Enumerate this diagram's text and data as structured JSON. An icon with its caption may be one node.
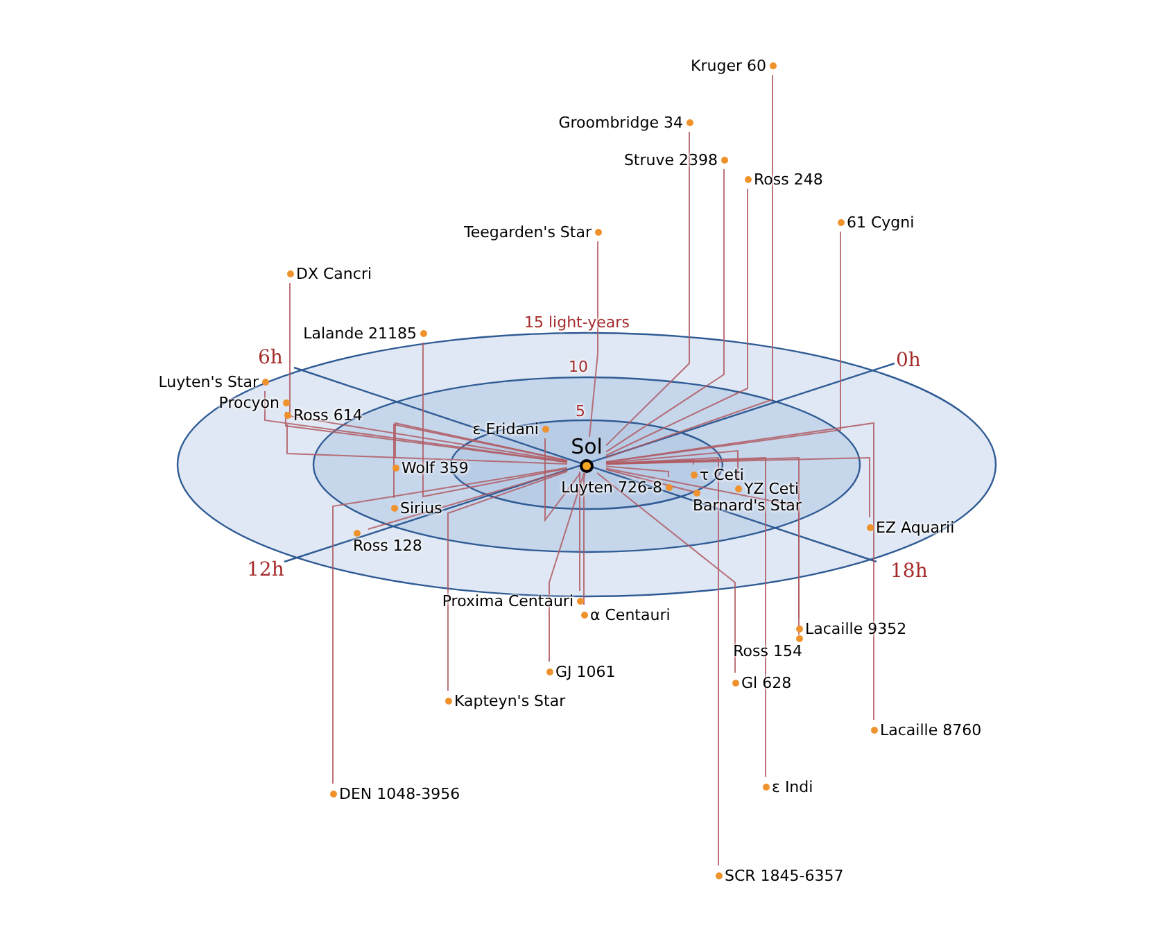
{
  "diagram": {
    "nodes": [
      {
        "text": [
          "Sol"
        ]
      },
      {
        "text": [
          "Kruger 60"
        ]
      },
      {
        "text": [
          "Groombridge 34"
        ]
      },
      {
        "text": [
          "Struve 2398"
        ]
      },
      {
        "text": [
          "Ross 248"
        ]
      },
      {
        "text": [
          "61 Cygni"
        ]
      },
      {
        "text": [
          "Teegarden's Star"
        ]
      },
      {
        "text": [
          "DX Cancri"
        ]
      },
      {
        "text": [
          "Lalande 21185"
        ]
      },
      {
        "text": [
          "Luyten's Star"
        ]
      },
      {
        "text": [
          "Procyon"
        ]
      },
      {
        "text": [
          "Ross 614"
        ]
      },
      {
        "text": [
          "ε Eridani"
        ]
      },
      {
        "text": [
          "Wolf 359"
        ]
      },
      {
        "text": [
          "Sirius"
        ]
      },
      {
        "text": [
          "Ross 128"
        ]
      },
      {
        "text": [
          "Luyten 726-8"
        ]
      },
      {
        "text": [
          "τ Ceti"
        ]
      },
      {
        "text": [
          "YZ Ceti"
        ]
      },
      {
        "text": [
          "Barnard's Star"
        ]
      },
      {
        "text": [
          "EZ Aquarii"
        ]
      },
      {
        "text": [
          "Proxima Centauri"
        ]
      },
      {
        "text": [
          "α Centauri"
        ]
      },
      {
        "text": [
          "GJ 1061"
        ]
      },
      {
        "text": [
          "Gl 628"
        ]
      },
      {
        "text": [
          "Lacaille 9352"
        ]
      },
      {
        "text": [
          "Ross 154"
        ]
      },
      {
        "text": [
          "Kapteyn's Star"
        ]
      },
      {
        "text": [
          "Lacaille 8760"
        ]
      },
      {
        "text": [
          "DEN 1048-3956"
        ]
      },
      {
        "text": [
          "ε Indi"
        ]
      },
      {
        "text": [
          "SCR 1845-6357"
        ]
      }
    ],
    "edges": [
      {
        "from": 1,
        "to": 0,
        "arrow": "none"
      },
      {
        "from": 2,
        "to": 0,
        "arrow": "none"
      },
      {
        "from": 3,
        "to": 0,
        "arrow": "none"
      },
      {
        "from": 4,
        "to": 0,
        "arrow": "none"
      },
      {
        "from": 5,
        "to": 0,
        "arrow": "none"
      },
      {
        "from": 6,
        "to": 0,
        "arrow": "none"
      },
      {
        "from": 7,
        "to": 0,
        "arrow": "none"
      },
      {
        "from": 8,
        "to": 0,
        "arrow": "none"
      },
      {
        "from": 9,
        "to": 0,
        "arrow": "none"
      },
      {
        "from": 10,
        "to": 0,
        "arrow": "none"
      },
      {
        "from": 11,
        "to": 0,
        "arrow": "none"
      },
      {
        "from": 12,
        "to": 0,
        "arrow": "none"
      },
      {
        "from": 13,
        "to": 0,
        "arrow": "none"
      },
      {
        "from": 14,
        "to": 0,
        "arrow": "none"
      },
      {
        "from": 15,
        "to": 0,
        "arrow": "none"
      },
      {
        "from": 16,
        "to": 0,
        "arrow": "none"
      },
      {
        "from": 17,
        "to": 0,
        "arrow": "none"
      },
      {
        "from": 18,
        "to": 0,
        "arrow": "none"
      },
      {
        "from": 19,
        "to": 0,
        "arrow": "none"
      },
      {
        "from": 20,
        "to": 0,
        "arrow": "none"
      },
      {
        "from": 21,
        "to": 0,
        "arrow": "none"
      },
      {
        "from": 22,
        "to": 0,
        "arrow": "none"
      },
      {
        "from": 23,
        "to": 0,
        "arrow": "none"
      },
      {
        "from": 24,
        "to": 0,
        "arrow": "none"
      },
      {
        "from": 25,
        "to": 0,
        "arrow": "none"
      },
      {
        "from": 26,
        "to": 0,
        "arrow": "none"
      },
      {
        "from": 27,
        "to": 0,
        "arrow": "none"
      },
      {
        "from": 28,
        "to": 0,
        "arrow": "none"
      },
      {
        "from": 29,
        "to": 0,
        "arrow": "none"
      },
      {
        "from": 30,
        "to": 0,
        "arrow": "none"
      },
      {
        "from": 31,
        "to": 0,
        "arrow": "none"
      }
    ],
    "labels": [
      "15 light-years",
      "10",
      "5",
      "6h",
      "0h",
      "12h",
      "18h"
    ]
  }
}
